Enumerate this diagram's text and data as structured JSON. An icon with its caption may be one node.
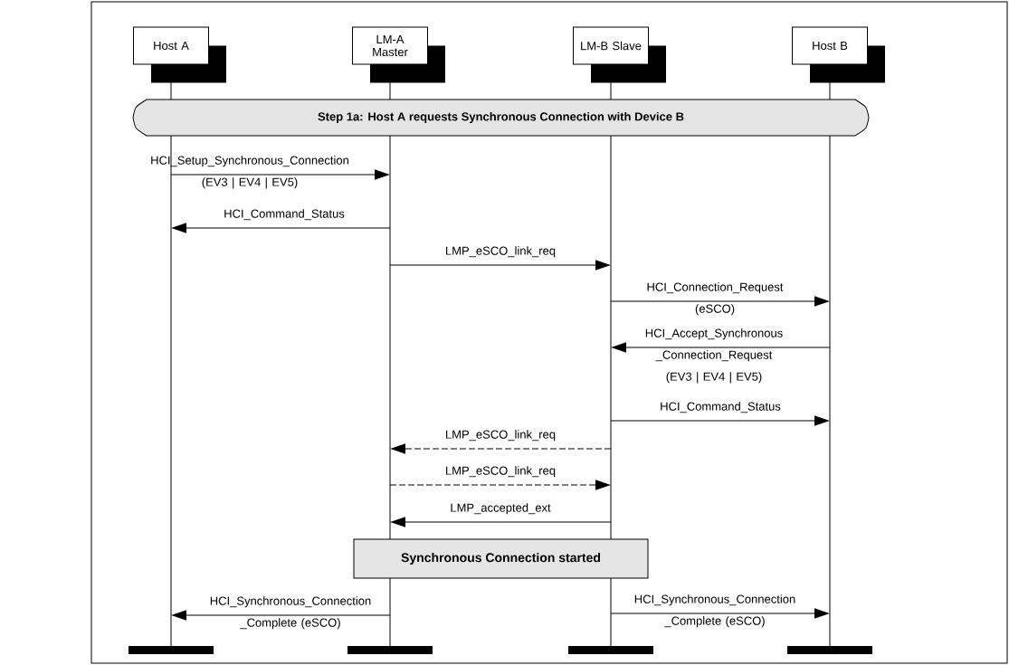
{
  "diagram": {
    "nodes": [
      {
        "text": [
          "Host A"
        ]
      },
      {
        "text": [
          "LM-A Master"
        ]
      },
      {
        "text": [
          "LM-B Slave"
        ]
      },
      {
        "text": [
          "Host B"
        ]
      },
      {
        "text": [
          "Step 1a: Host A requests Synchronous Connection with Device B"
        ]
      },
      {
        "text": [
          "Synchronous Connection started"
        ]
      }
    ],
    "edges": [
      {
        "from": 0,
        "to": 1,
        "arrow": "to",
        "label": "HCI_Setup_Synchronous_Connection (EV3 | EV4 | EV5)"
      },
      {
        "from": 1,
        "to": 0,
        "arrow": "to",
        "label": "HCI_Command_Status"
      },
      {
        "from": 1,
        "to": 2,
        "arrow": "to",
        "label": "LMP_eSCO_link_req"
      },
      {
        "from": 2,
        "to": 3,
        "arrow": "to",
        "label": "HCI_Connection_Request (eSCO)"
      },
      {
        "from": 3,
        "to": 2,
        "arrow": "to",
        "label": "HCI_Accept_Synchronous _Connection_Request (EV3 | EV4 | EV5)"
      },
      {
        "from": 2,
        "to": 3,
        "arrow": "to",
        "label": "HCI_Command_Status"
      },
      {
        "from": 2,
        "to": 1,
        "arrow": "to",
        "label": "LMP_eSCO_link_req",
        "style": "dashed"
      },
      {
        "from": 1,
        "to": 2,
        "arrow": "to",
        "label": "LMP_eSCO_link_req",
        "style": "dashed"
      },
      {
        "from": 2,
        "to": 1,
        "arrow": "to",
        "label": "LMP_accepted_ext"
      },
      {
        "from": 1,
        "to": 0,
        "arrow": "to",
        "label": "HCI_Synchronous_Connection _Complete (eSCO)"
      },
      {
        "from": 2,
        "to": 3,
        "arrow": "to",
        "label": "HCI_Synchronous_Connection _Complete (eSCO)"
      }
    ]
  }
}
